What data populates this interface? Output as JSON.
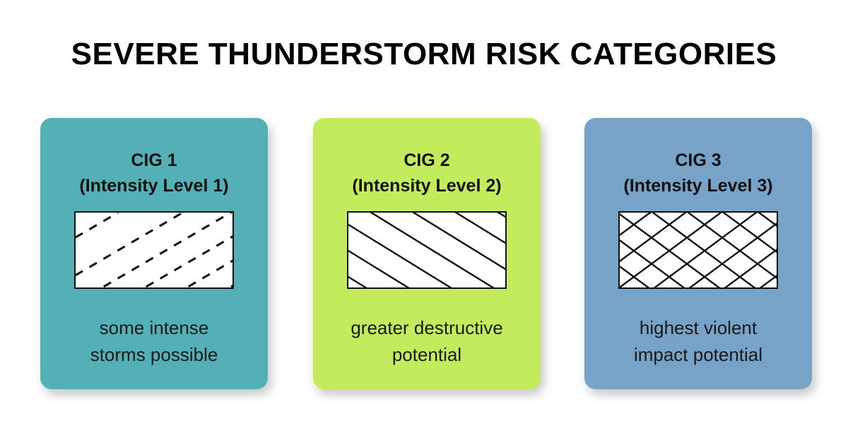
{
  "title": "SEVERE THUNDERSTORM RISK CATEGORIES",
  "categories": [
    {
      "name": "CIG 1",
      "level": "(Intensity Level 1)",
      "pattern": "dashed-diagonal-hatch",
      "description_line1": "some intense",
      "description_line2": "storms possible",
      "color": "#53b0b6"
    },
    {
      "name": "CIG 2",
      "level": "(Intensity Level 2)",
      "pattern": "solid-diagonal-hatch",
      "description_line1": "greater destructive",
      "description_line2": "potential",
      "color": "#c3ec5c"
    },
    {
      "name": "CIG 3",
      "level": "(Intensity Level 3)",
      "pattern": "cross-hatch",
      "description_line1": "highest violent",
      "description_line2": "impact potential",
      "color": "#78a3c8"
    }
  ]
}
